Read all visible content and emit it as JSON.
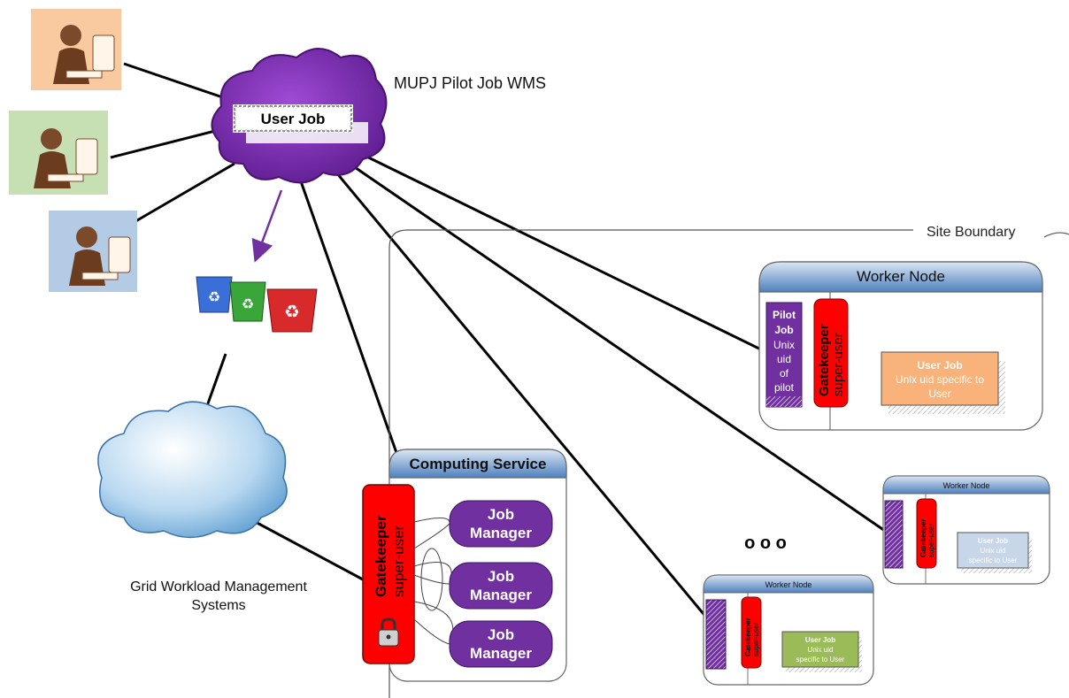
{
  "wms": {
    "title": "MUPJ Pilot Job WMS",
    "user_job_label": "User Job"
  },
  "site": {
    "boundary_label": "Site Boundary"
  },
  "grid": {
    "label_line1": "Grid Workload Management",
    "label_line2": "Systems"
  },
  "computing_service": {
    "title": "Computing Service",
    "gatekeeper_label": "Gatekeeper",
    "gatekeeper_sub": "super-user",
    "job_managers": [
      {
        "line1": "Job",
        "line2": "Manager"
      },
      {
        "line1": "Job",
        "line2": "Manager"
      },
      {
        "line1": "Job",
        "line2": "Manager"
      }
    ]
  },
  "worker_node_main": {
    "title": "Worker Node",
    "pilot_title": "Pilot",
    "pilot_lines": [
      "Job",
      "Unix",
      "uid",
      "of",
      "pilot"
    ],
    "gatekeeper_label": "Gatekeeper",
    "gatekeeper_sub": "super-user",
    "user_job_title": "User Job",
    "user_job_line1": "Unix uid specific to",
    "user_job_line2": "User"
  },
  "worker_nodes_small": [
    {
      "title": "Worker Node",
      "gatekeeper_label": "Gatekeeper",
      "gatekeeper_sub": "super-user",
      "user_job_title": "User Job",
      "user_job_line1": "Unix uid",
      "user_job_line2": "specific to User",
      "user_job_color": "#c7d6e9"
    },
    {
      "title": "Worker Node",
      "gatekeeper_label": "Gatekeeper",
      "gatekeeper_sub": "super-user",
      "user_job_title": "User Job",
      "user_job_line1": "Unix uid",
      "user_job_line2": "specific to User",
      "user_job_color": "#9bbb59"
    }
  ],
  "ellipsis": "o o o",
  "colors": {
    "cloud_purple": "#7030a0",
    "gatekeeper_red": "#ff0000",
    "job_manager_purple": "#7030a0",
    "node_header_blue": "#4f81bd",
    "user_job_orange": "#f8b27a",
    "arrow_purple": "#7030a0"
  },
  "icons": [
    "user-at-computer-icon",
    "recycle-bin-icon",
    "padlock-icon",
    "grid-cloud-icon"
  ]
}
